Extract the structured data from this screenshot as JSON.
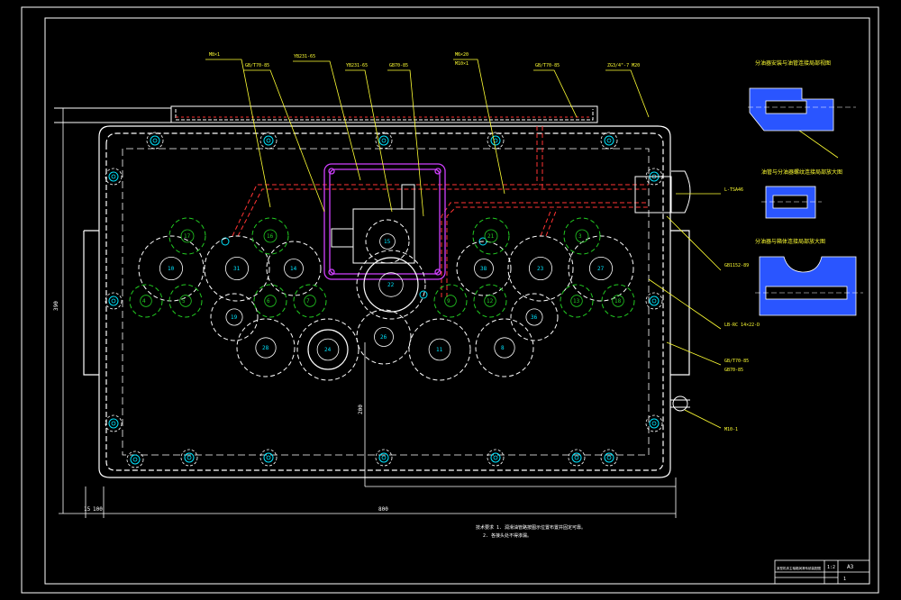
{
  "drawing": {
    "sheet_size": "A3",
    "sheet_no": "1",
    "scale": "1:2",
    "title_block_text": "某型机床主轴箱润滑系统装配图"
  },
  "dimensions": {
    "overall_height": "390",
    "overall_width": "800",
    "left_offset_a": "15",
    "left_offset_b": "100",
    "center_height": "200"
  },
  "notes": {
    "line1": "技术要求 1. 润滑油管路按图示位置布置并固定可靠。",
    "line2": "2. 各接头处不得渗漏。"
  },
  "detail_titles": {
    "detail1": "分油器安装与油管连接局部视图",
    "detail2": "油管与分油器螺纹连接局部放大图",
    "detail3": "分油器与箱体连接局部放大图"
  },
  "callouts": [
    "M8×1",
    "GB/T70-85",
    "YB231-65",
    "YB231-65",
    "GB70-85",
    "M6×20",
    "M10×1",
    "GB/T70-85",
    "ZG3/4\"-7 M20",
    "L-TSA46",
    "GB1152-89",
    "LB-RC 14×22-D",
    "GB/T70-85",
    "GB70-85",
    "M10-1"
  ],
  "gear_numbers": [
    "10",
    "31",
    "14",
    "22",
    "38",
    "23",
    "27",
    "19",
    "36",
    "28",
    "24",
    "26",
    "11",
    "8",
    "15",
    "17",
    "16",
    "21",
    "3",
    "4",
    "5",
    "6",
    "7",
    "9",
    "12",
    "13",
    "18"
  ],
  "colors": {
    "frame": "#ffffff",
    "outline": "#ffffff",
    "gear_white": "#ffffff",
    "gear_green": "#22cc22",
    "bolt_cyan": "#00e5ff",
    "pipe_red": "#ff3333",
    "box_magenta": "#d040ff",
    "leader_yellow": "#ffff33",
    "section_hatch": "#2a55ff"
  }
}
